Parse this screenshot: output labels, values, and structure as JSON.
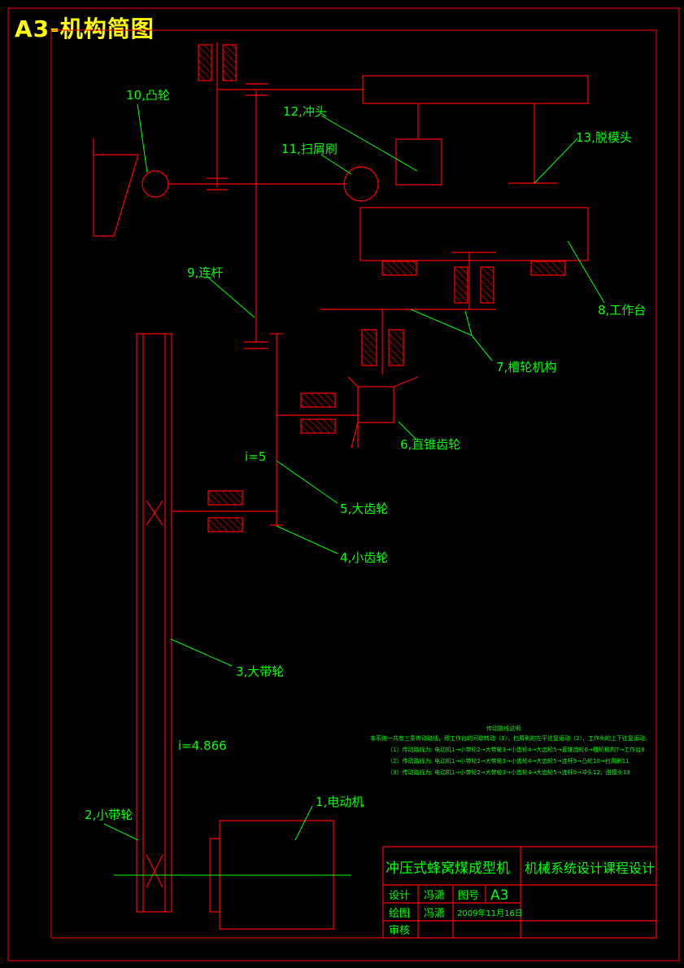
{
  "title": "A3-机构简图",
  "labels": {
    "cam": "10,凸轮",
    "punch": "12,冲头",
    "brush": "11,扫屑刷",
    "stripper": "13,脱模头",
    "rod": "9,连杆",
    "table": "8,工作台",
    "geneva": "7,槽轮机构",
    "bevel": "6,直锥齿轮",
    "big_gear": "5,大齿轮",
    "small_gear": "4,小齿轮",
    "big_pulley": "3,大带轮",
    "small_pulley": "2,小带轮",
    "motor": "1,电动机",
    "ratio_gear": "i=5",
    "ratio_belt": "i=4.866"
  },
  "notes": {
    "heading": "传动路线说明:",
    "intro": "本系统一共有三条传动路线，即工作台的间歇转动（1），扫屑刷的左平往复运动（2），工作头的上下往复运动。",
    "line1": "（1）传动路线为: 电动机1→小带轮2→大带轮3→小齿轮4→大齿轮5→直锥齿轮6→槽轮机构7→工作台8",
    "line2": "（2）传动路线为: 电动机1→小带轮2→大带轮3→小齿轮4→大齿轮5→连杆9→凸轮10→扫屑刷11",
    "line3": "（3）传动路线为: 电动机1→小带轮2→大带轮3→小齿轮4→大齿轮5→连杆9→冲头12，脱模头13"
  },
  "title_block": {
    "product": "冲压式蜂窝煤成型机",
    "course": "机械系统设计课程设计",
    "design_label": "设计",
    "designer": "冯潇",
    "drawing_no_label": "图号",
    "drawing_no": "A3",
    "draw_label": "绘图",
    "drafter": "冯潇",
    "date": "2009年11月16日",
    "review_label": "审核"
  },
  "colors": {
    "line": "#ff0000",
    "label": "#00ff00",
    "title": "#ffff00",
    "background": "#000000"
  }
}
